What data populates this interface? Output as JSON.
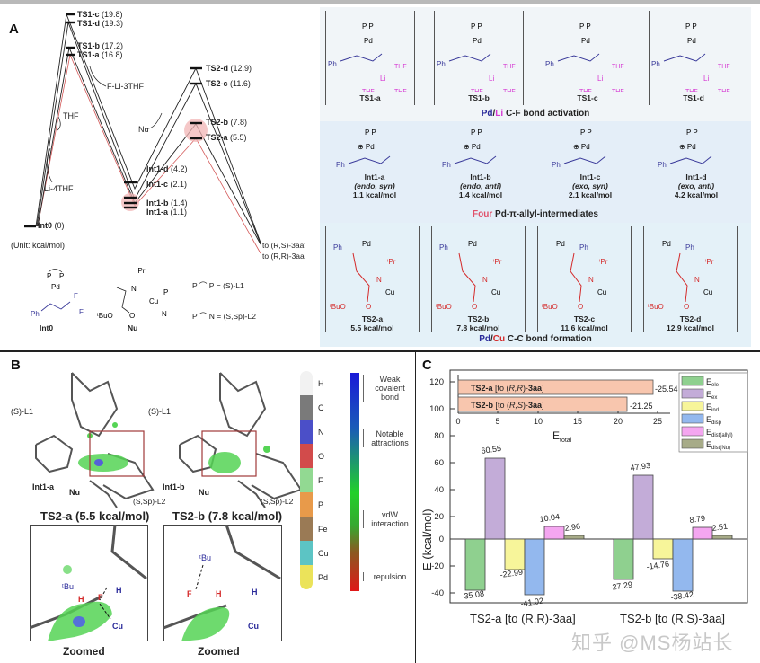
{
  "panels": {
    "A": {
      "letter": "A",
      "unit_label": "(Unit: kcal/mol)",
      "energy_levels": [
        {
          "name": "Int0",
          "value": "(0)"
        },
        {
          "name": "TS1-c",
          "value": "(19.8)"
        },
        {
          "name": "TS1-d",
          "value": "(19.3)"
        },
        {
          "name": "TS1-b",
          "value": "(17.2)"
        },
        {
          "name": "TS1-a",
          "value": "(16.8)"
        },
        {
          "name": "Int1-d",
          "value": "(4.2)"
        },
        {
          "name": "Int1-c",
          "value": "(2.1)"
        },
        {
          "name": "Int1-b",
          "value": "(1.4)"
        },
        {
          "name": "Int1-a",
          "value": "(1.1)"
        },
        {
          "name": "TS2-d",
          "value": "(12.9)"
        },
        {
          "name": "TS2-c",
          "value": "(11.6)"
        },
        {
          "name": "TS2-b",
          "value": "(7.8)"
        },
        {
          "name": "TS2-a",
          "value": "(5.5)"
        }
      ],
      "annotations": {
        "thf": "THF",
        "li4thf": "Li-4THF",
        "fli3thf": "F-Li-3THF",
        "nu": "Nu",
        "to_rs": "to (R,S)-3aa'",
        "to_rr": "to (R,R)-3aa'"
      },
      "legend": {
        "int0": "Int0",
        "nu": "Nu",
        "l1": "= (S)-L1",
        "l2": "= (S,Sp)-L2"
      },
      "ts1_structures": [
        {
          "name": "TS1-a"
        },
        {
          "name": "TS1-b"
        },
        {
          "name": "TS1-c"
        },
        {
          "name": "TS1-d"
        }
      ],
      "ts1_caption": {
        "pd": "Pd",
        "slash": "/",
        "li": "Li",
        "rest": " C-F bond activation"
      },
      "int1_structures": [
        {
          "name": "Int1-a",
          "desc": "(endo, syn)",
          "energy": "1.1 kcal/mol"
        },
        {
          "name": "Int1-b",
          "desc": "(endo, anti)",
          "energy": "1.4 kcal/mol"
        },
        {
          "name": "Int1-c",
          "desc": "(exo, syn)",
          "energy": "2.1 kcal/mol"
        },
        {
          "name": "Int1-d",
          "desc": "(exo, anti)",
          "energy": "4.2 kcal/mol"
        }
      ],
      "int1_caption": {
        "four": "Four",
        "rest": " Pd-π-allyl-intermediates"
      },
      "ts2_structures": [
        {
          "name": "TS2-a",
          "energy": "5.5 kcal/mol"
        },
        {
          "name": "TS2-b",
          "energy": "7.8 kcal/mol"
        },
        {
          "name": "TS2-c",
          "energy": "11.6 kcal/mol"
        },
        {
          "name": "TS2-d",
          "energy": "12.9 kcal/mol"
        }
      ],
      "ts2_caption": {
        "pd": "Pd",
        "slash": "/",
        "cu": "Cu",
        "rest": " C-C bond formation"
      }
    },
    "B": {
      "letter": "B",
      "models": [
        {
          "title": "TS2-a (5.5 kcal/mol)",
          "l1": "(S)-L1",
          "int": "Int1-a",
          "nu": "Nu",
          "l2": "(S,Sp)-L2",
          "zoom_label": "Zoomed"
        },
        {
          "title": "TS2-b (7.8 kcal/mol)",
          "l1": "(S)-L1",
          "int": "Int1-b",
          "nu": "Nu",
          "l2": "(S,Sp)-L2",
          "zoom_label": "Zoomed"
        }
      ],
      "atom_legend": [
        {
          "symbol": "H",
          "color": "#f2f2f2"
        },
        {
          "symbol": "C",
          "color": "#7a7a7a"
        },
        {
          "symbol": "N",
          "color": "#4b4fc8"
        },
        {
          "symbol": "O",
          "color": "#d24b4b"
        },
        {
          "symbol": "F",
          "color": "#92d992"
        },
        {
          "symbol": "P",
          "color": "#e89a4a"
        },
        {
          "symbol": "Fe",
          "color": "#9a7a55"
        },
        {
          "symbol": "Cu",
          "color": "#5cc4c4"
        },
        {
          "symbol": "Pd",
          "color": "#ebe35a"
        }
      ],
      "nci_scale": [
        {
          "label": "Weak covalent bond"
        },
        {
          "label": "Notable attractions"
        },
        {
          "label": "vdW interaction"
        },
        {
          "label": "repulsion"
        }
      ]
    },
    "C": {
      "letter": "C",
      "ylabel": "E (kcal/mol)",
      "inset_xlabel": "Etotal",
      "watermark": "知乎 @MS杨站长"
    }
  },
  "chart_data": [
    {
      "type": "bar",
      "title": "Energy decomposition analysis",
      "ylabel": "E (kcal/mol)",
      "ylim": [
        -50,
        130
      ],
      "yticks": [
        -40,
        -20,
        0,
        20,
        40,
        60,
        80,
        100,
        120
      ],
      "categories": [
        "TS2-a [to (R,R)-3aa]",
        "TS2-b [to (R,S)-3aa]"
      ],
      "series": [
        {
          "name": "E_ele",
          "color": "#8fd08f",
          "values": [
            -35.08,
            -27.29
          ]
        },
        {
          "name": "E_ex",
          "color": "#c3acd8",
          "values": [
            60.55,
            47.93
          ]
        },
        {
          "name": "E_ind",
          "color": "#f7f59a",
          "values": [
            -22.99,
            -14.76
          ]
        },
        {
          "name": "E_disp",
          "color": "#93b8ee",
          "values": [
            -41.02,
            -38.42
          ]
        },
        {
          "name": "E_dist(allyl)",
          "color": "#f4a6f0",
          "values": [
            10.04,
            8.79
          ]
        },
        {
          "name": "E_dist(Nu)",
          "color": "#a7ab88",
          "values": [
            2.96,
            2.51
          ]
        }
      ],
      "legend_position": "upper right"
    },
    {
      "type": "bar",
      "orientation": "horizontal",
      "title": "",
      "xlabel": "Etotal",
      "xlim": [
        0,
        26
      ],
      "xticks": [
        0,
        5,
        10,
        15,
        20,
        25
      ],
      "categories": [
        "TS2-a [to (R,R)-3aa]",
        "TS2-b [to (R,S)-3aa]"
      ],
      "values": [
        24.5,
        21.2
      ],
      "data_labels": [
        "-25.54",
        "-21.25"
      ],
      "color": "#f8c6ae"
    }
  ]
}
